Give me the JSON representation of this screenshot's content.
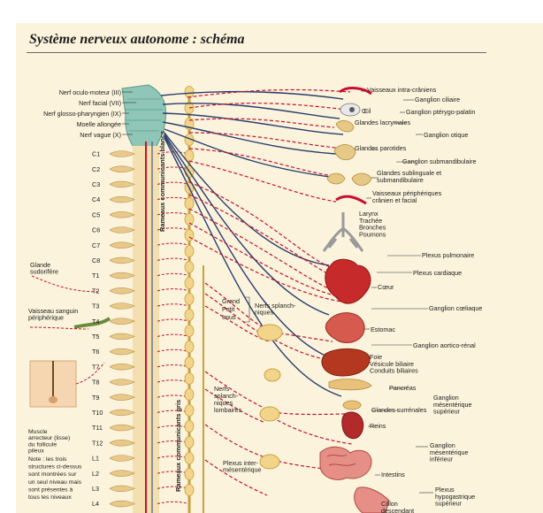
{
  "title": "Système nerveux autonome : schéma",
  "colors": {
    "paper": "#fbf3dc",
    "sympathetic": "#c8102e",
    "parasympathetic": "#2a3f6e",
    "ganglion": "#f2d58a",
    "bone": "#e9c98a",
    "brainstem": "#8fc6b8"
  },
  "cranial_nerves": [
    "Nerf oculo-moteur (III)",
    "Nerf facial (VII)",
    "Nerf glosso-pharyngien (IX)",
    "Moelle allongée",
    "Nerf vague (X)"
  ],
  "vertebrae": [
    "C1",
    "C2",
    "C3",
    "C4",
    "C5",
    "C6",
    "C7",
    "C8",
    "T1",
    "T2",
    "T3",
    "T4",
    "T5",
    "T6",
    "T7",
    "T8",
    "T9",
    "T10",
    "T11",
    "T12",
    "L1",
    "L2",
    "L3",
    "L4"
  ],
  "vertical_labels": [
    "Rameaux communicants gris",
    "Rameaux communicants blancs"
  ],
  "left_labels": {
    "glande": "Glande|sudorifère",
    "vaisseau": "Vaisseau sanguin|périphérique",
    "muscle": "Muscle|arrecteur (lisse)|du follicule|pileux",
    "note": "Note : les trois|structures ci-dessus|sont montrées sur|un seul niveau mais|sont présentes à|tous les niveaux"
  },
  "splanchnic": {
    "grand_petit_imus": "Grand|Petit|Imus",
    "nerfs_thoraciques": "Nerfs splanch-|niques",
    "lombaires": "Nerfs|splanch-|niques|lombaires",
    "plexus_inter": "Plexus inter-|mésentérique"
  },
  "organs": [
    "Vaisseaux intra-crâniens",
    "Ganglion ciliaire",
    "Œil",
    "Ganglion ptérygo-palatin",
    "Glandes lacrymales",
    "Ganglion otique",
    "Glandes parotides",
    "Ganglion submandibulaire",
    "Glandes sublinguale et|submandibulaire",
    "Vaisseaux périphériques|crânien et facial",
    "Larynx|Trachée|Bronches|Poumons",
    "Plexus pulmonaire",
    "Plexus cardiaque",
    "Cœur",
    "Ganglion cœliaque",
    "Estomac",
    "Ganglion aortico-rénal",
    "Foie|Vésicule biliaire|Conduits biliaires",
    "Pancréas",
    "Ganglion|mésentérique|supérieur",
    "Glandes surrénales",
    "Reins",
    "Ganglion|mésentérique|inférieur",
    "Intestins",
    "Plexus|hypogastrique|supérieur",
    "Côlon|descendant"
  ]
}
